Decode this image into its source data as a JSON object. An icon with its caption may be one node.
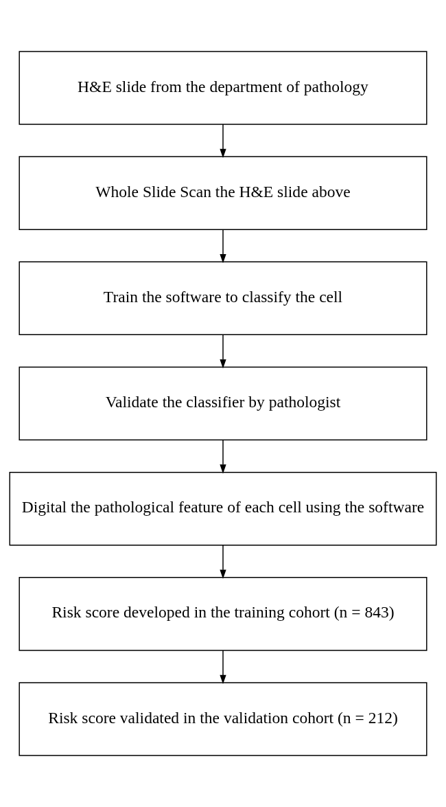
{
  "diagram": {
    "nodes": [
      {
        "text": [
          "H&E slide from the department of pathology"
        ]
      },
      {
        "text": [
          "Whole Slide Scan the H&E slide above"
        ]
      },
      {
        "text": [
          "Train the software to classify the cell"
        ]
      },
      {
        "text": [
          "Validate the classifier by pathologist"
        ]
      },
      {
        "text": [
          "Digital the pathological feature of each cell using the software"
        ]
      },
      {
        "text": [
          "Risk score developed in the training cohort (n = 843)"
        ]
      },
      {
        "text": [
          "Risk score validated in the validation cohort (n = 212)"
        ]
      }
    ],
    "edges": [
      {
        "from": 0,
        "to": 1,
        "arrow": "to"
      },
      {
        "from": 1,
        "to": 2,
        "arrow": "to"
      },
      {
        "from": 2,
        "to": 3,
        "arrow": "to"
      },
      {
        "from": 3,
        "to": 4,
        "arrow": "to"
      },
      {
        "from": 4,
        "to": 5,
        "arrow": "to"
      },
      {
        "from": 5,
        "to": 6,
        "arrow": "to"
      }
    ]
  }
}
